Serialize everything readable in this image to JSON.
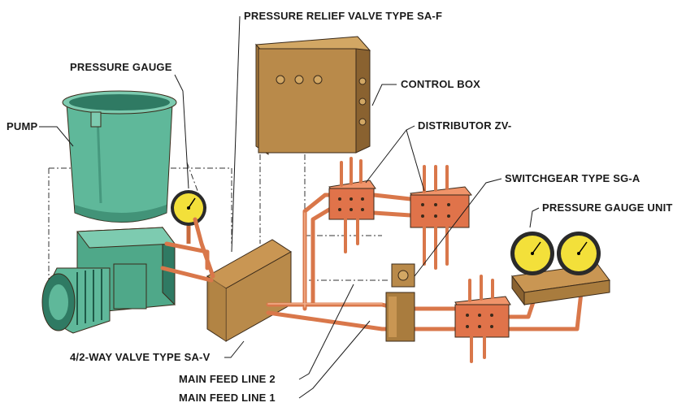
{
  "labels": {
    "pressure_relief_valve": "PRESSURE RELIEF VALVE TYPE SA-F",
    "pressure_gauge": "PRESSURE GAUGE",
    "control_box": "CONTROL BOX",
    "pump": "PUMP",
    "distributor": "DISTRIBUTOR ZV-",
    "switchgear": "SWITCHGEAR TYPE SG-A",
    "pressure_gauge_unit": "PRESSURE GAUGE UNIT",
    "way_valve": "4/2-WAY VALVE TYPE SA-V",
    "main_feed_line_2": "MAIN FEED LINE 2",
    "main_feed_line_1": "MAIN FEED LINE 1"
  },
  "colors": {
    "pump_green": "#5fb89a",
    "pump_dark": "#2f7a63",
    "box_tan": "#b98a4a",
    "box_dark": "#8a6230",
    "copper": "#d9774a",
    "distributor_orange": "#e0734a",
    "gauge_yellow": "#f3e03a"
  }
}
